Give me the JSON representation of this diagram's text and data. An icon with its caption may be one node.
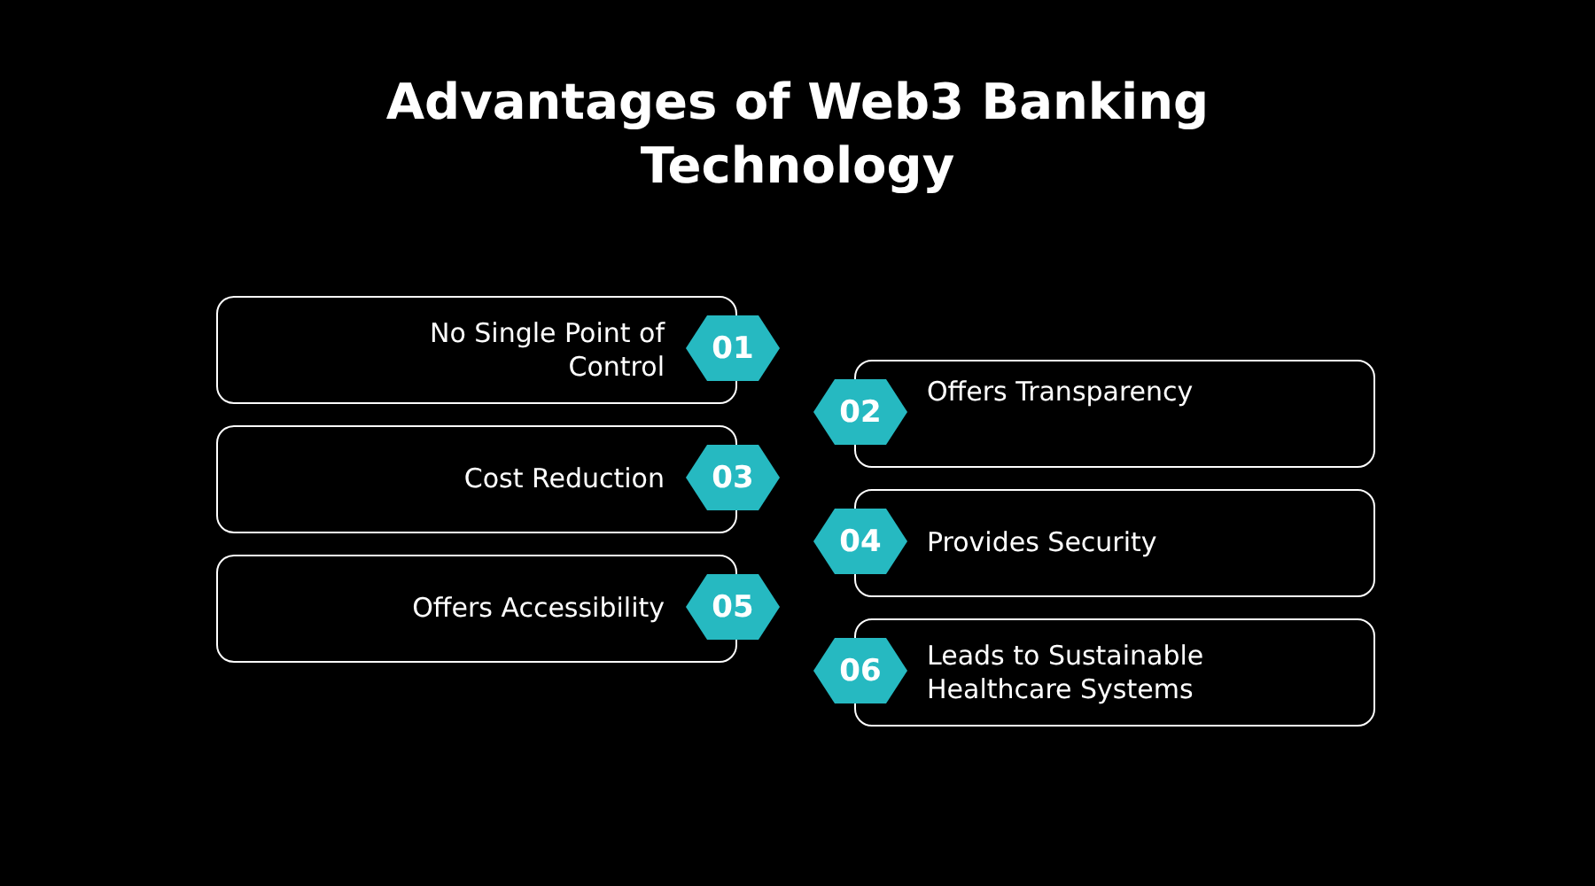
{
  "diagram": {
    "title": "Advantages of Web3 Banking Technology",
    "nodes": [
      {
        "text": [
          "No Single Point of Control"
        ]
      },
      {
        "text": [
          "01"
        ]
      },
      {
        "text": [
          "02"
        ]
      },
      {
        "text": [
          "Offers Transparency"
        ]
      },
      {
        "text": [
          "Cost Reduction"
        ]
      },
      {
        "text": [
          "03"
        ]
      },
      {
        "text": [
          "04"
        ]
      },
      {
        "text": [
          "Provides Security"
        ]
      },
      {
        "text": [
          "Offers Accessibility"
        ]
      },
      {
        "text": [
          "05"
        ]
      },
      {
        "text": [
          "06"
        ]
      },
      {
        "text": [
          "Leads to Sustainable Healthcare Systems"
        ]
      }
    ]
  }
}
